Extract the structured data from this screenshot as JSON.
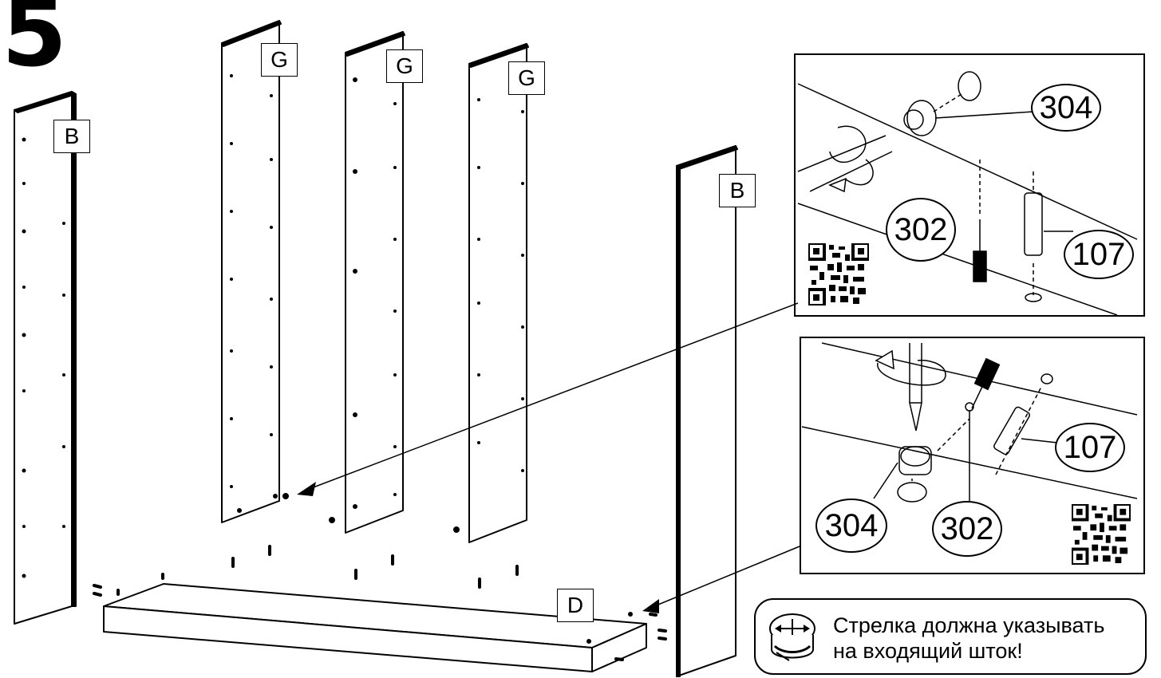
{
  "step": {
    "number": "5"
  },
  "panels": {
    "side_left": "B",
    "side_right": "B",
    "divider_1": "G",
    "divider_2": "G",
    "divider_3": "G",
    "bottom": "D"
  },
  "detail_top": {
    "callouts": {
      "eccentric": "304",
      "bolt": "302",
      "dowel": "107"
    }
  },
  "detail_bottom": {
    "callouts": {
      "dowel": "107",
      "eccentric": "304",
      "bolt": "302"
    }
  },
  "note": {
    "line1": "Стрелка должна указывать",
    "line2": "на входящий шток!"
  },
  "icons": {
    "qr": "qr-code-icon",
    "eccentric": "cam-lock-arrow-icon",
    "screwdriver": "screwdriver-icon"
  }
}
